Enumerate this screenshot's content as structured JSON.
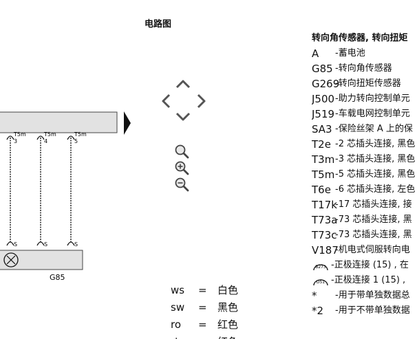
{
  "title": "电路图",
  "diagram": {
    "pins": [
      {
        "connector": "T5m",
        "pin": "3"
      },
      {
        "connector": "T5m",
        "pin": "4"
      },
      {
        "connector": "T5m",
        "pin": "5"
      }
    ],
    "bottom_labels": [
      "S",
      "S",
      "S"
    ],
    "component": "G85"
  },
  "legend": {
    "title": "转向角传感器, 转向扭矩",
    "items": [
      {
        "code": "A",
        "desc": "-蓄电池"
      },
      {
        "code": "G85",
        "desc": "-转向角传感器"
      },
      {
        "code": "G269",
        "desc": "-转向扭矩传感器"
      },
      {
        "code": "J500",
        "desc": "-助力转向控制单元"
      },
      {
        "code": "J519",
        "desc": "-车载电网控制单元"
      },
      {
        "code": "SA3",
        "desc": "-保险丝架 A 上的保"
      },
      {
        "code": "T2e",
        "desc": "-2 芯插头连接, 黑色"
      },
      {
        "code": "T3m",
        "desc": "-3 芯插头连接, 黑色"
      },
      {
        "code": "T5m",
        "desc": "-5 芯插头连接, 黑色"
      },
      {
        "code": "T6e",
        "desc": "-6 芯插头连接, 左色"
      },
      {
        "code": "T17k",
        "desc": "-17 芯插头连接, 接"
      },
      {
        "code": "T73a",
        "desc": "-73 芯插头连接, 黑"
      },
      {
        "code": "T73c",
        "desc": "-73 芯插头连接, 黑"
      },
      {
        "code": "V187",
        "desc": "-机电式伺服转向电"
      }
    ],
    "connectors": [
      {
        "badge": "B273",
        "desc": "-正极连接 (15) , 在"
      },
      {
        "badge": "D51",
        "desc": "-正极连接 1 (15) ,"
      }
    ],
    "notes": [
      {
        "mark": "*",
        "desc": "-用于带单独数据总"
      },
      {
        "mark": "*2",
        "desc": "-用于不带单独数据"
      }
    ]
  },
  "colors": [
    {
      "abbr": "ws",
      "eq": "=",
      "name": "白色"
    },
    {
      "abbr": "sw",
      "eq": "=",
      "name": "黑色"
    },
    {
      "abbr": "ro",
      "eq": "=",
      "name": "红色"
    },
    {
      "abbr": "rt",
      "eq": "=",
      "name": "红色"
    }
  ]
}
